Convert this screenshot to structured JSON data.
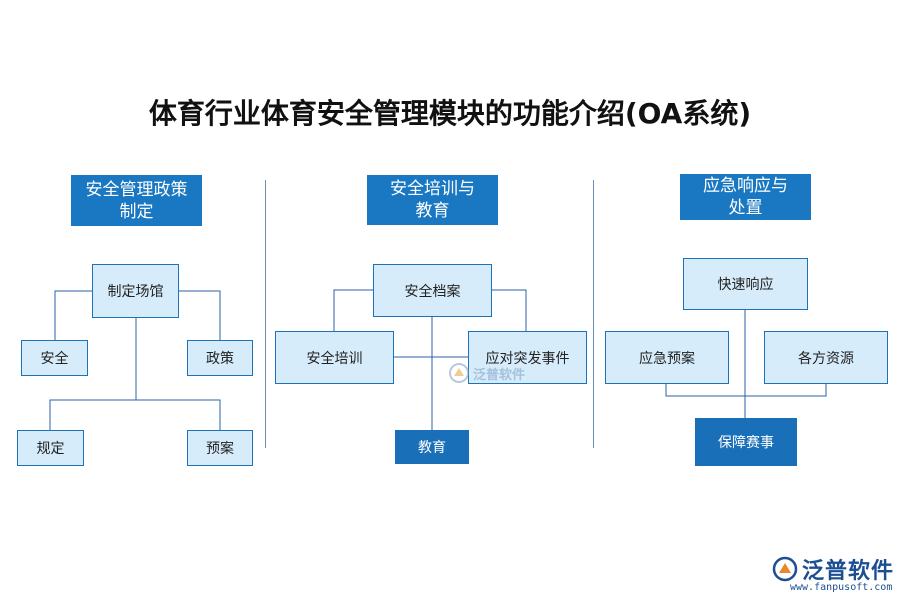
{
  "title": "体育行业体育安全管理模块的功能介绍(OA系统)",
  "columns": [
    {
      "header": "安全管理政策\n制定",
      "center": "制定场馆",
      "items": [
        "安全",
        "政策",
        "规定",
        "预案"
      ]
    },
    {
      "header": "安全培训与\n教育",
      "center": "安全档案",
      "items": [
        "安全培训",
        "应对突发事件",
        "教育"
      ]
    },
    {
      "header": "应急响应与\n处置",
      "items": [
        "快速响应",
        "应急预案",
        "各方资源",
        "保障赛事"
      ]
    }
  ],
  "watermark": {
    "center_text": "泛普软件",
    "logo_text": "泛普软件",
    "url": "www.fanpusoft.com"
  },
  "colors": {
    "header_bg": "#1a78c2",
    "box_bg": "#d6ecfa",
    "box_border": "#1e73b8",
    "dark_box_bg": "#1a70b8",
    "line": "#2d62a8"
  }
}
